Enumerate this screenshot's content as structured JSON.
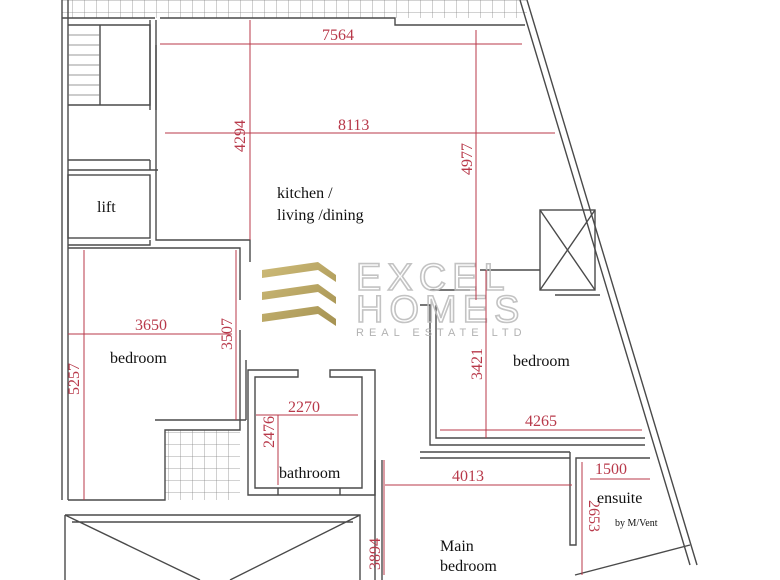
{
  "rooms": {
    "lift": "lift",
    "kitchen_line1": "kitchen /",
    "kitchen_line2": "living /dining",
    "bedroom_left": "bedroom",
    "bedroom_right": "bedroom",
    "bathroom": "bathroom",
    "ensuite": "ensuite",
    "ensuite_note": "by M/Vent",
    "main_bedroom_line1": "Main",
    "main_bedroom_line2": "bedroom"
  },
  "dimensions": {
    "kitchen_top": "7564",
    "kitchen_width": "8113",
    "kitchen_height_left": "4294",
    "kitchen_height_right": "4977",
    "bedroom_left_width": "3650",
    "bedroom_left_height": "5257",
    "corridor_height": "3507",
    "bathroom_width": "2270",
    "bathroom_height": "2476",
    "bedroom_right_height": "3421",
    "bedroom_right_width": "4265",
    "main_bedroom_width": "4013",
    "main_bedroom_height": "3894",
    "ensuite_width": "1500",
    "ensuite_height": "2653"
  },
  "watermark": {
    "line1": "EXCEL",
    "line2": "HOMES",
    "line3": "REAL ESTATE LTD"
  },
  "colors": {
    "dimension": "#b8394a",
    "wall": "#4a4a4a",
    "logo_gold": "#b9a45a"
  }
}
